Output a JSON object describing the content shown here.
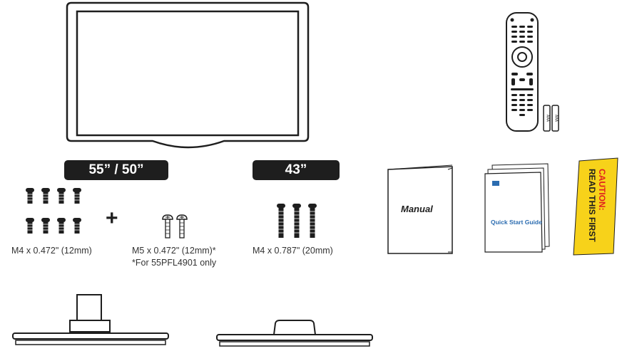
{
  "sizes": {
    "large_label": "55” / 50”",
    "small_label": "43”"
  },
  "screws": {
    "m4_short": "M4 x 0.472\" (12mm)",
    "m5": "M5 x 0.472\" (12mm)*",
    "m5_note": "*For 55PFL4901 only",
    "m4_long": "M4 x 0.787\" (20mm)",
    "plus": "+"
  },
  "documents": {
    "manual": "Manual",
    "quick_start": "Quick Start Guide",
    "caution_line1": "CAUTION:",
    "caution_line2": "READ THIS FIRST"
  },
  "batteries": {
    "label": "AAA"
  },
  "colors": {
    "outline": "#1e1e1e",
    "caution_yellow": "#f7d21a",
    "caution_red": "#e02020",
    "guide_blue": "#2b6cb0"
  },
  "icons": [
    "tv-icon",
    "remote-icon",
    "battery-icon",
    "screw-icon",
    "stand-icon",
    "booklet-icon"
  ]
}
